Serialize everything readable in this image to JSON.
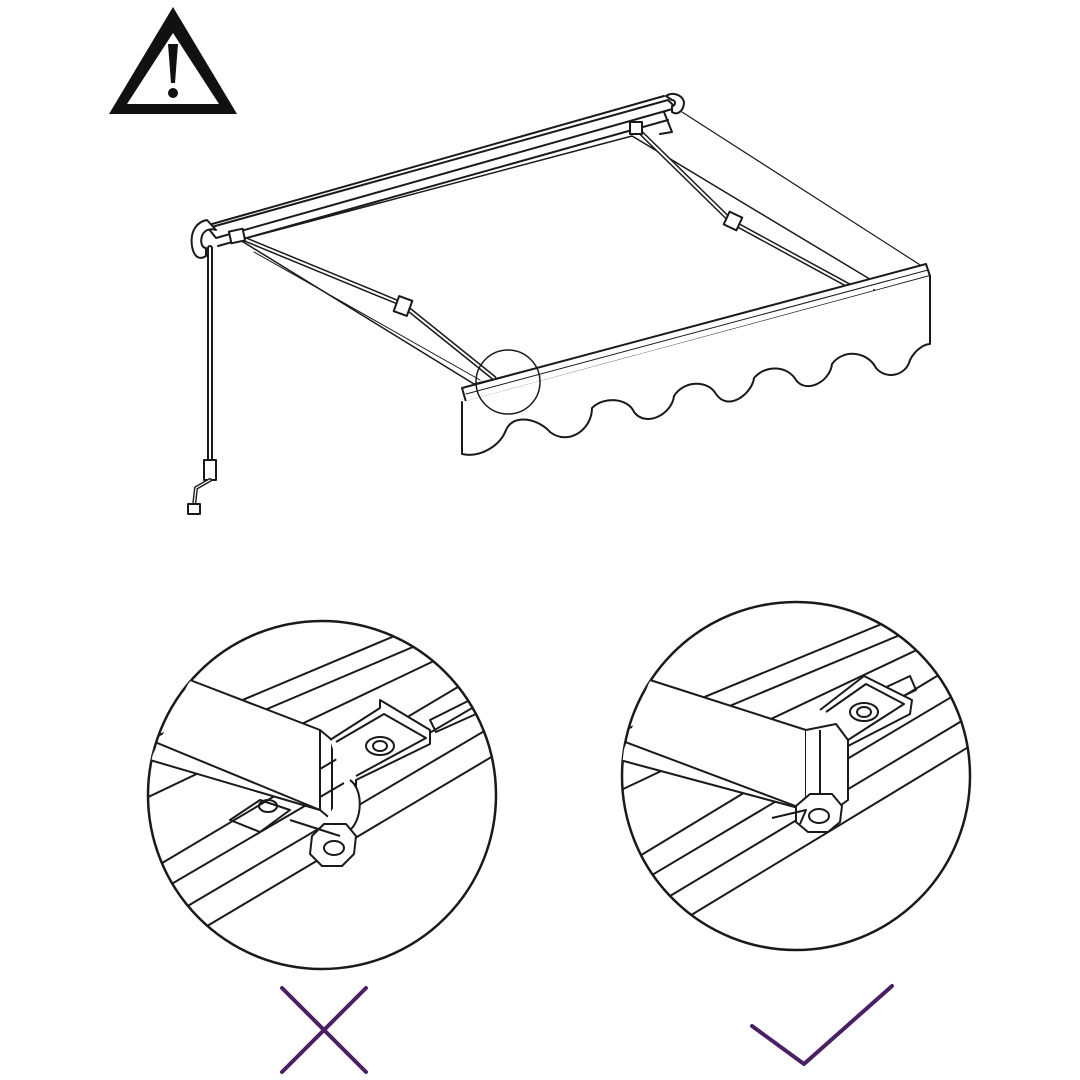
{
  "colors": {
    "line": "#1a1a1a",
    "background": "#ffffff",
    "wrong_mark": "#4a1f63",
    "correct_mark": "#4a1f63"
  },
  "icons": {
    "warning": "warning-triangle-icon",
    "wrong": "cross-mark-icon",
    "correct": "check-mark-icon"
  },
  "panels": [
    {
      "id": "incorrect",
      "verdict": "wrong"
    },
    {
      "id": "correct",
      "verdict": "right"
    }
  ]
}
